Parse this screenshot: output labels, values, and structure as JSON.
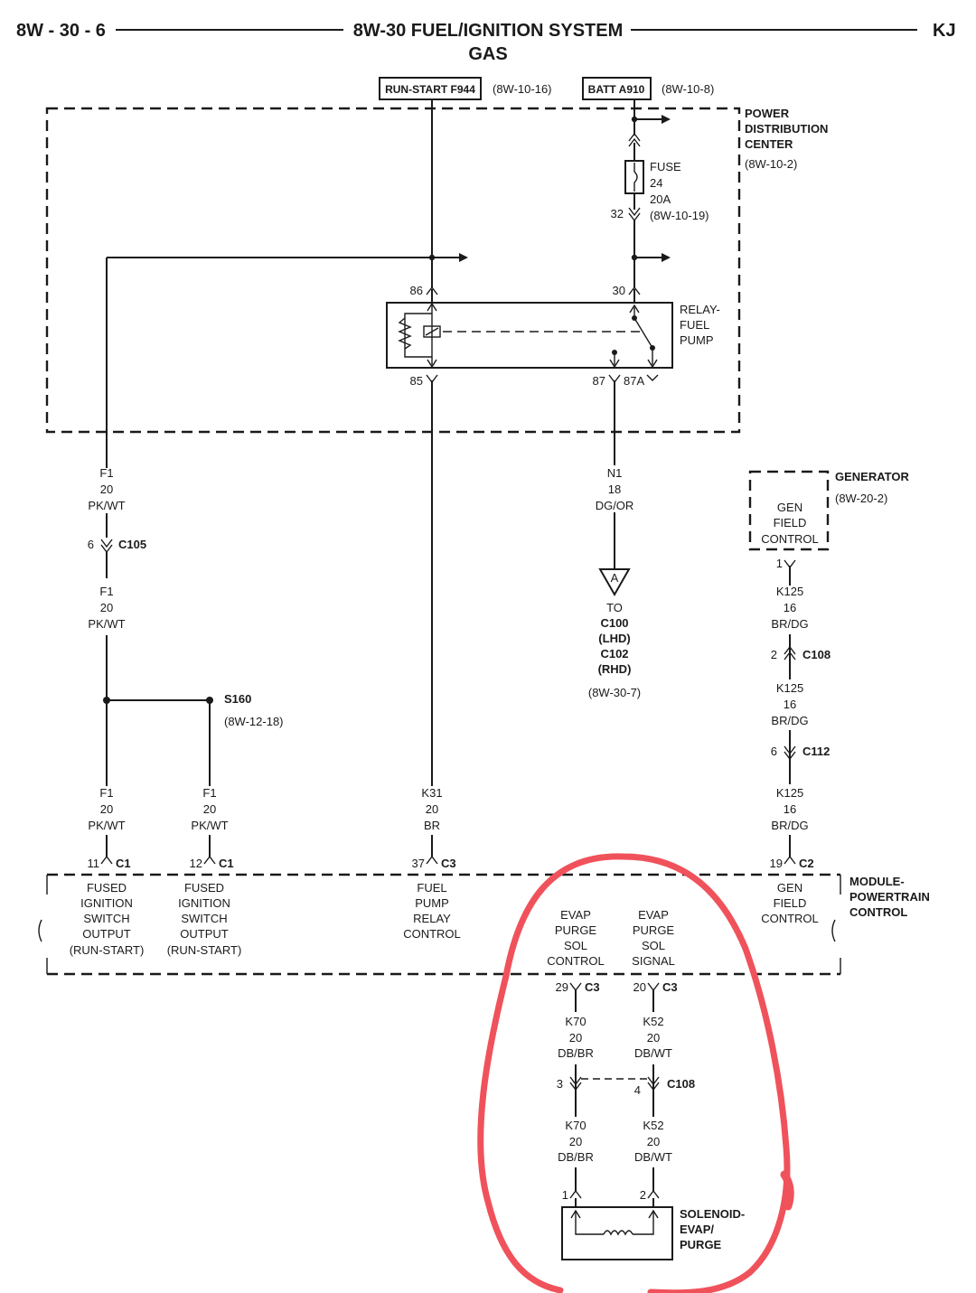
{
  "header": {
    "page_code": "8W - 30 - 6",
    "title": "8W-30 FUEL/IGNITION SYSTEM",
    "subtitle": "GAS",
    "model": "KJ"
  },
  "sources": {
    "run_start": {
      "label": "RUN-START F944",
      "ref": "(8W-10-16)"
    },
    "batt": {
      "label": "BATT A910",
      "ref": "(8W-10-8)"
    }
  },
  "pdc": {
    "line1": "POWER",
    "line2": "DISTRIBUTION",
    "line3": "CENTER",
    "ref": "(8W-10-2)"
  },
  "fuse": {
    "label": "FUSE",
    "number": "24",
    "rating": "20A",
    "pin": "32",
    "ref": "(8W-10-19)"
  },
  "relay": {
    "line1": "RELAY-",
    "line2": "FUEL",
    "line3": "PUMP",
    "pins": {
      "p86": "86",
      "p30": "30",
      "p85": "85",
      "p87": "87",
      "p87a": "87A"
    }
  },
  "wires": {
    "f1_top": {
      "circuit": "F1",
      "gauge": "20",
      "color": "PK/WT"
    },
    "f1_mid": {
      "circuit": "F1",
      "gauge": "20",
      "color": "PK/WT"
    },
    "f1_left": {
      "circuit": "F1",
      "gauge": "20",
      "color": "PK/WT"
    },
    "f1_right": {
      "circuit": "F1",
      "gauge": "20",
      "color": "PK/WT"
    },
    "n1": {
      "circuit": "N1",
      "gauge": "18",
      "color": "DG/OR"
    },
    "k31": {
      "circuit": "K31",
      "gauge": "20",
      "color": "BR"
    },
    "k125_a": {
      "circuit": "K125",
      "gauge": "16",
      "color": "BR/DG"
    },
    "k125_b": {
      "circuit": "K125",
      "gauge": "16",
      "color": "BR/DG"
    },
    "k125_c": {
      "circuit": "K125",
      "gauge": "16",
      "color": "BR/DG"
    },
    "k70_a": {
      "circuit": "K70",
      "gauge": "20",
      "color": "DB/BR"
    },
    "k70_b": {
      "circuit": "K70",
      "gauge": "20",
      "color": "DB/BR"
    },
    "k52_a": {
      "circuit": "K52",
      "gauge": "20",
      "color": "DB/WT"
    },
    "k52_b": {
      "circuit": "K52",
      "gauge": "20",
      "color": "DB/WT"
    }
  },
  "connectors": {
    "c105": {
      "pin": "6",
      "name": "C105"
    },
    "c108_a": {
      "pin": "2",
      "name": "C108"
    },
    "c112": {
      "pin": "6",
      "name": "C112"
    },
    "c108_b": {
      "pin3": "3",
      "pin4": "4",
      "name": "C108"
    },
    "gen_pin": {
      "pin": "1"
    },
    "pcm_11": {
      "pin": "11",
      "name": "C1"
    },
    "pcm_12": {
      "pin": "12",
      "name": "C1"
    },
    "pcm_37": {
      "pin": "37",
      "name": "C3"
    },
    "pcm_19": {
      "pin": "19",
      "name": "C2"
    },
    "pcm_29": {
      "pin": "29",
      "name": "C3"
    },
    "pcm_20": {
      "pin": "20",
      "name": "C3"
    },
    "sol_1": {
      "pin": "1"
    },
    "sol_2": {
      "pin": "2"
    }
  },
  "offpage": {
    "marker": "A",
    "to": "TO",
    "c100": "C100",
    "lhd": "(LHD)",
    "c102": "C102",
    "rhd": "(RHD)",
    "ref": "(8W-30-7)"
  },
  "splice": {
    "name": "S160",
    "ref": "(8W-12-18)"
  },
  "generator": {
    "title": "GENERATOR",
    "ref": "(8W-20-2)",
    "inner1": "GEN",
    "inner2": "FIELD",
    "inner3": "CONTROL"
  },
  "pcm": {
    "title1": "MODULE-",
    "title2": "POWERTRAIN",
    "title3": "CONTROL",
    "fused_left": [
      "FUSED",
      "IGNITION",
      "SWITCH",
      "OUTPUT",
      "(RUN-START)"
    ],
    "fused_right": [
      "FUSED",
      "IGNITION",
      "SWITCH",
      "OUTPUT",
      "(RUN-START)"
    ],
    "fuel_pump": [
      "FUEL",
      "PUMP",
      "RELAY",
      "CONTROL"
    ],
    "gen_field": [
      "GEN",
      "FIELD",
      "CONTROL"
    ],
    "evap_control": [
      "EVAP",
      "PURGE",
      "SOL",
      "CONTROL"
    ],
    "evap_signal": [
      "EVAP",
      "PURGE",
      "SOL",
      "SIGNAL"
    ]
  },
  "solenoid": {
    "line1": "SOLENOID-",
    "line2": "EVAP/",
    "line3": "PURGE"
  },
  "colors": {
    "ink": "#1a1a1a",
    "highlight": "#f0525b"
  },
  "annotation": {
    "type": "hand-drawn red circle around EVAP purge solenoid circuit"
  }
}
